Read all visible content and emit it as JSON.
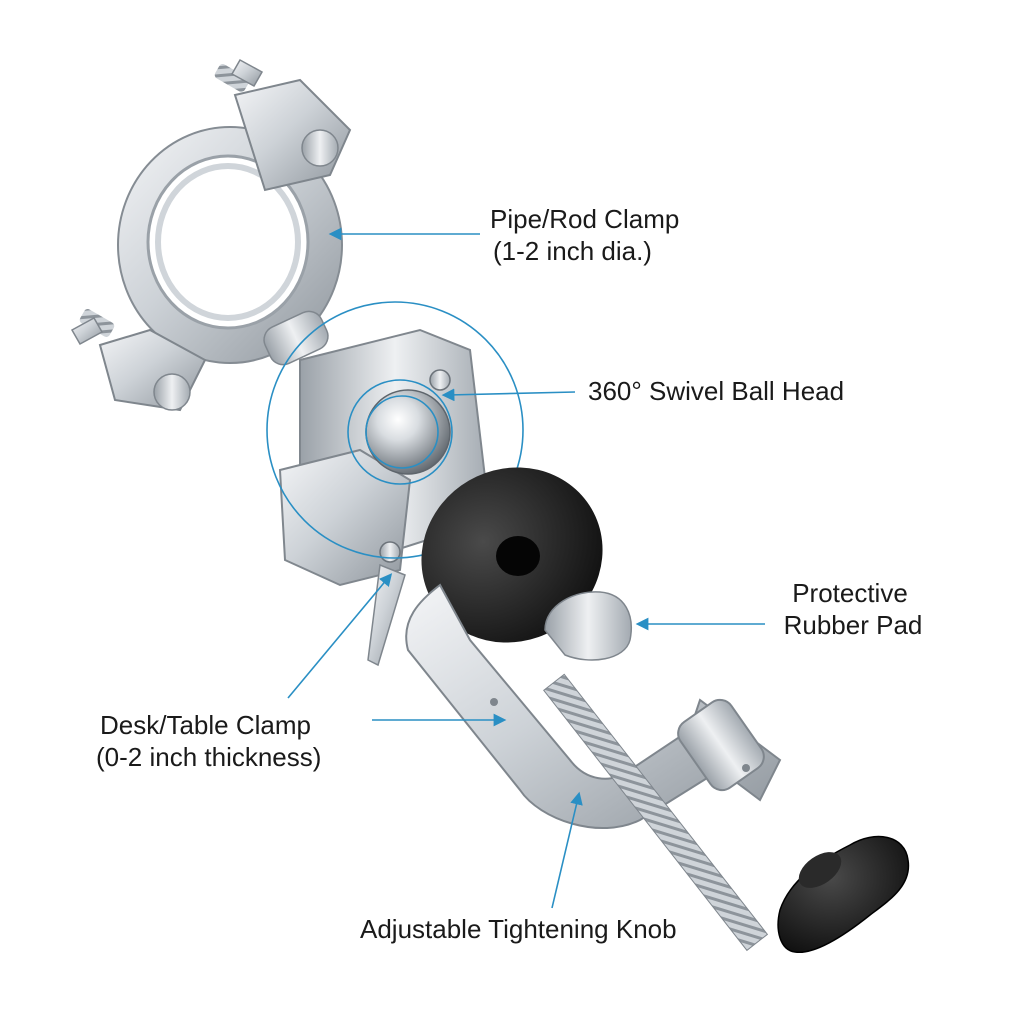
{
  "callouts": {
    "pipe_clamp": {
      "line1": "Pipe/Rod Clamp",
      "line2": "(1-2 inch dia.)"
    },
    "ball_head": {
      "line1": "360° Swivel Ball Head"
    },
    "rubber_pad": {
      "line1": "Protective",
      "line2": "Rubber Pad"
    },
    "desk_clamp": {
      "line1": "Desk/Table Clamp",
      "line2": "(0-2 inch thickness)"
    },
    "knob": {
      "line1": "Adjustable Tightening Knob"
    }
  },
  "colors": {
    "accent": "#2a8fc4",
    "metal_light": "#eef0f2",
    "metal_mid": "#c4c9cf",
    "metal_dark": "#8b9299",
    "rubber": "#1c1c1c",
    "text": "#1a1a1a"
  }
}
